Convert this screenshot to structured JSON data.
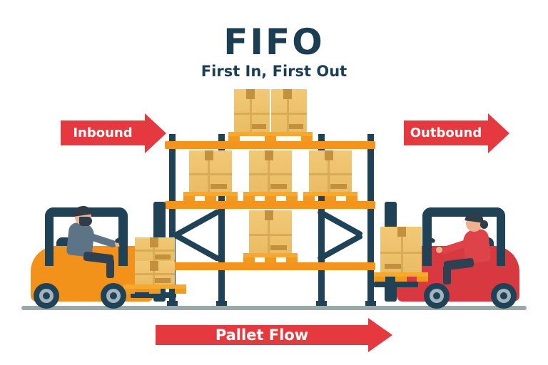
{
  "title": {
    "main": "FIFO",
    "subtitle": "First In, First Out"
  },
  "arrows": {
    "inbound": "Inbound",
    "outbound": "Outbound",
    "pallet_flow": "Pallet Flow"
  },
  "colors": {
    "navy": "#1f4256",
    "title_text": "#1c3e52",
    "red": "#e6383f",
    "arrow_text": "#ffffff",
    "beam": "#f5941d",
    "pallet": "#f9a82e",
    "pallet_dark": "#ef9b22",
    "box": "#eabd64",
    "box_light": "#f2c876",
    "box_tape": "#d9ab57",
    "box_tape_dark": "#c3913e",
    "forklift_left_body": "#f2921b",
    "forklift_right_body": "#d8383f",
    "wheel_hub": "#a4b4bd",
    "ground": "#9aa8a6",
    "skin": "#f0b18e",
    "hair": "#2d3d49",
    "shirt_left": "#5d7486",
    "shirt_right": "#dd4348",
    "pants": "#2e4052"
  },
  "rack": {
    "levels": 3,
    "shelves": [
      {
        "name": "top",
        "units": [
          {
            "boxes": 2
          }
        ]
      },
      {
        "name": "middle",
        "units": [
          {
            "boxes": 1
          },
          {
            "boxes": 1
          },
          {
            "boxes": 1
          }
        ]
      },
      {
        "name": "bottom",
        "units": [
          {
            "boxes": 1
          }
        ]
      }
    ]
  },
  "forklifts": [
    {
      "side": "left",
      "color": "orange",
      "driver": "male",
      "load_boxes": 2,
      "direction": "right"
    },
    {
      "side": "right",
      "color": "red",
      "driver": "female",
      "load_boxes": 1,
      "direction": "left"
    }
  ]
}
